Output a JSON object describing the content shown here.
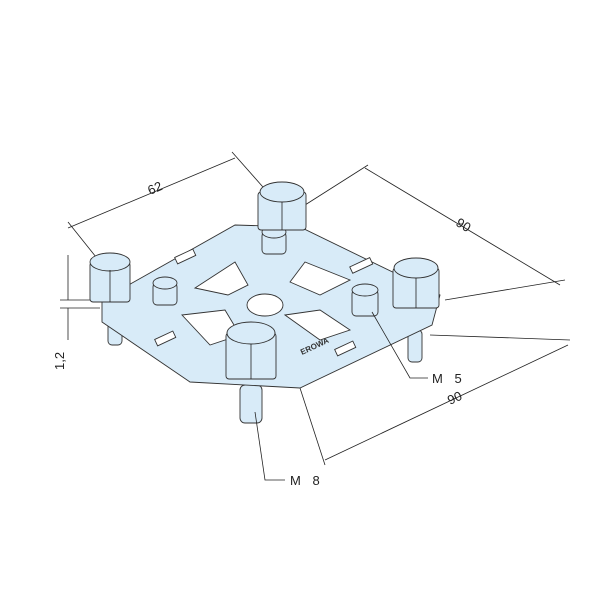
{
  "drawing": {
    "dimensions": {
      "width_top_left": "62",
      "width_top_right": "90",
      "width_bottom_right": "90",
      "thickness": "1,2"
    },
    "callouts": {
      "small_screw": "M 5",
      "large_bolt": "M 8"
    },
    "plate_logo": "EROWA",
    "colors": {
      "part_fill": "#d8ebf8",
      "line": "#222222"
    }
  }
}
